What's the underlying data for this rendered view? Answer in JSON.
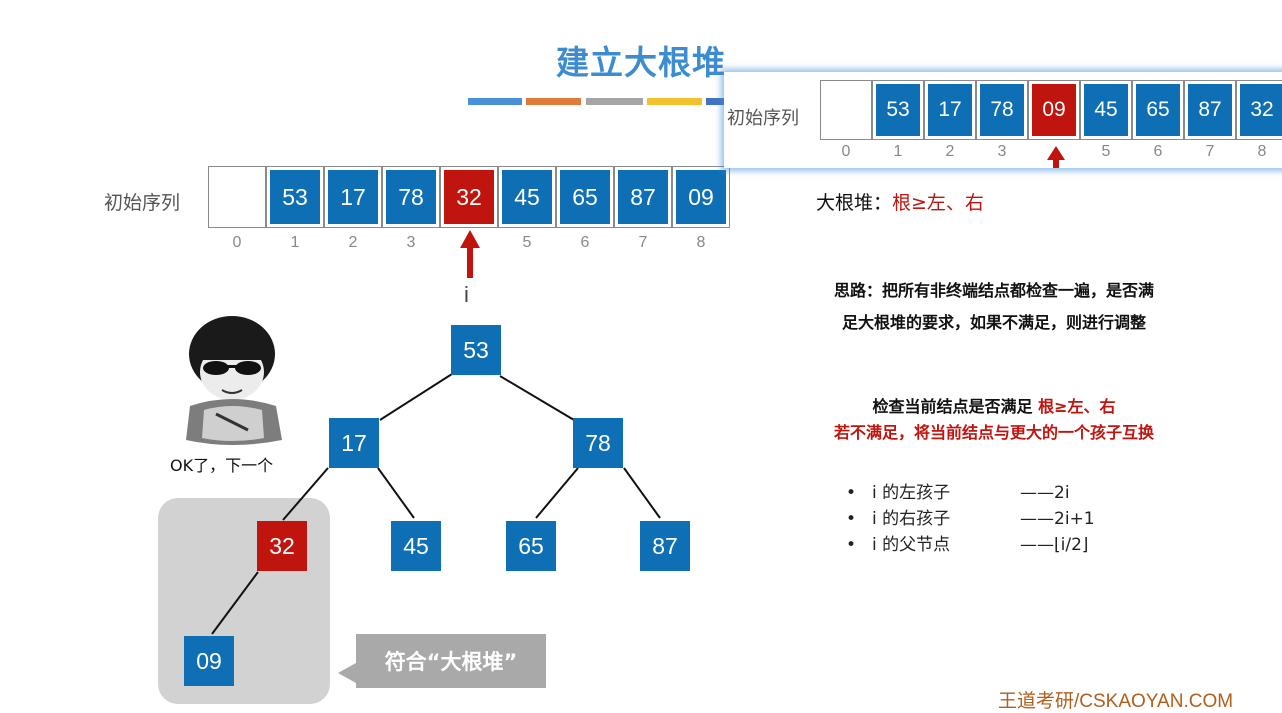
{
  "title": "建立大根堆",
  "stripe_colors": [
    "#4a90d9",
    "#e07b39",
    "#a5a5a5",
    "#f2c12e",
    "#4472c4"
  ],
  "main_array": {
    "label": "初始序列",
    "cells": [
      "",
      "53",
      "17",
      "78",
      "32",
      "45",
      "65",
      "87",
      "09"
    ],
    "highlight_index": 4,
    "indices": [
      "0",
      "1",
      "2",
      "3",
      "",
      "5",
      "6",
      "7",
      "8"
    ],
    "pointer_label": "i"
  },
  "inset_array": {
    "label": "初始序列",
    "cells": [
      "",
      "53",
      "17",
      "78",
      "09",
      "45",
      "65",
      "87",
      "32"
    ],
    "highlight_index": 4,
    "indices": [
      "0",
      "1",
      "2",
      "3",
      "",
      "5",
      "6",
      "7",
      "8"
    ]
  },
  "heap_rule": {
    "prefix": "大根堆：",
    "rule": "根≥左、右"
  },
  "idea": {
    "line1": "思路：把所有非终端结点都检查一遍，是否满",
    "line2": "足大根堆的要求，如果不满足，则进行调整"
  },
  "check": {
    "line1_prefix": "检查当前结点是否满足 ",
    "line1_rule": "根≥左、右",
    "line2": "若不满足，将当前结点与更大的一个孩子互换"
  },
  "bullets": [
    {
      "name": "i 的左孩子",
      "value": "——2i"
    },
    {
      "name": "i 的右孩子",
      "value": "——2i+1"
    },
    {
      "name": "i 的父节点",
      "value": "——⌊i/2⌋"
    }
  ],
  "tree": {
    "nodes": [
      "53",
      "17",
      "78",
      "32",
      "45",
      "65",
      "87",
      "09"
    ],
    "highlight": "32"
  },
  "meme_caption": "OK了，下一个",
  "callout": "符合“大根堆”",
  "watermark": "王道考研/CSKAOYAN.COM",
  "colors": {
    "blue": "#0f6fb5",
    "red": "#c0150f",
    "title": "#3d8cd0"
  }
}
